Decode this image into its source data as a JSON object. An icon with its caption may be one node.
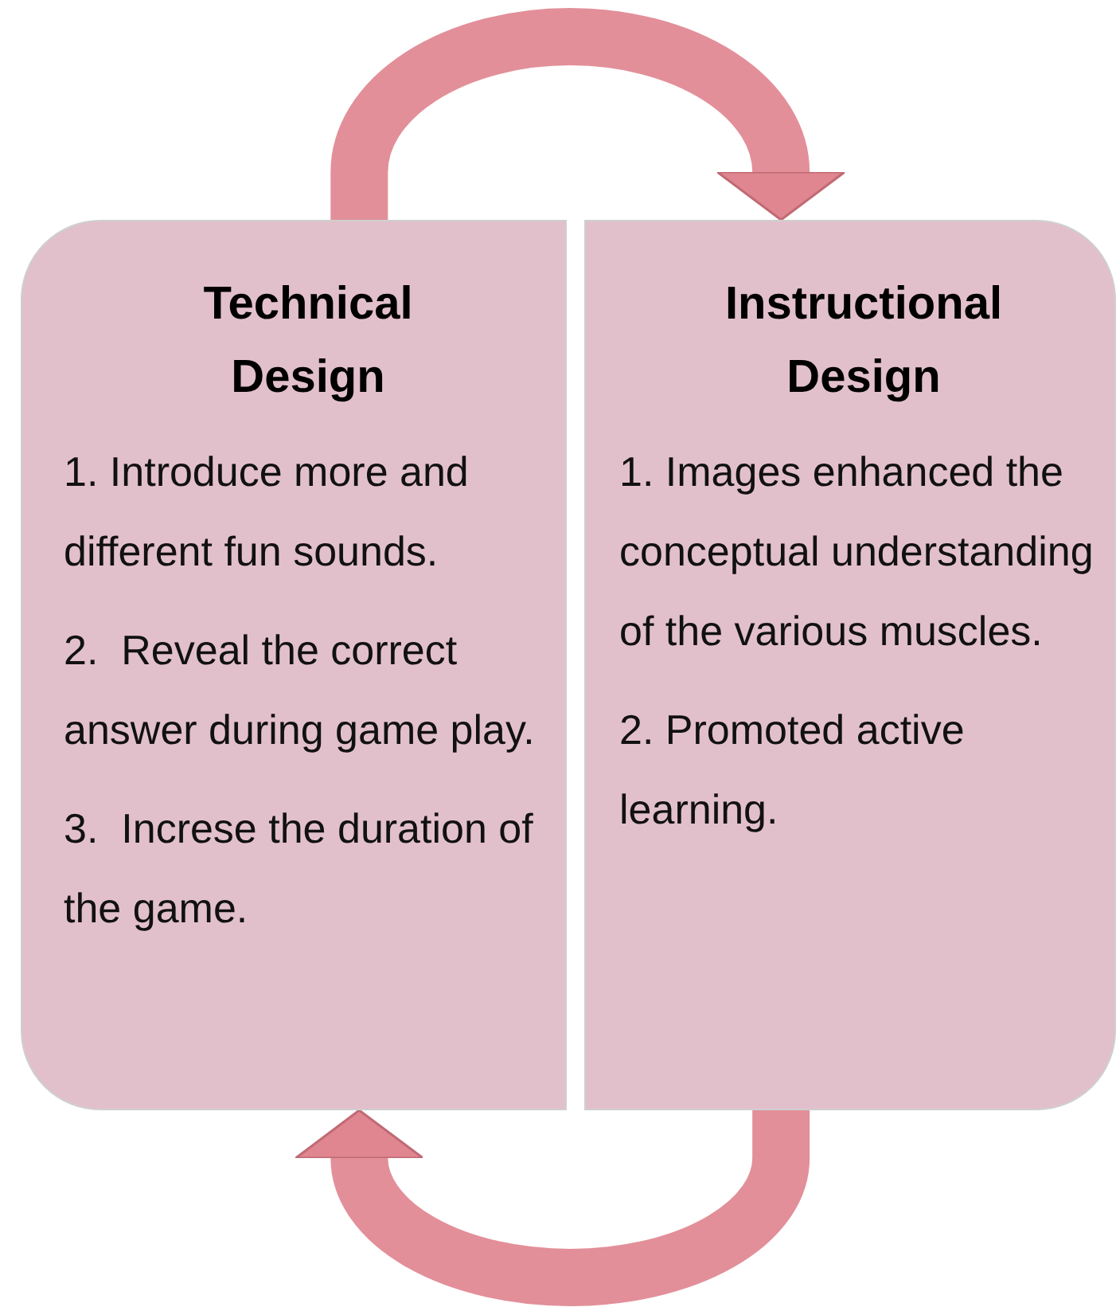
{
  "diagram": {
    "nodes": [
      {
        "text": [
          "Technical Design",
          "1. Introduce more and different fun sounds.",
          "2.  Reveal the correct answer during game play.",
          "3.  Increse the duration of the game."
        ]
      },
      {
        "text": [
          "Instructional Design",
          "1. Images enhanced the conceptual understanding  of the various muscles.",
          "2. Promoted active learning."
        ]
      }
    ],
    "edges": [
      {
        "from": 0,
        "to": 1,
        "arrow": "to"
      },
      {
        "from": 1,
        "to": 0,
        "arrow": "to"
      }
    ]
  }
}
